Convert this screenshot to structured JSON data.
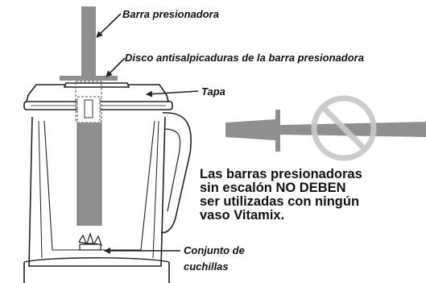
{
  "labels": {
    "tamper": "Barra presionadora",
    "splash_disc": "Disco antisalpicaduras de la barra presionadora",
    "lid": "Tapa",
    "blade_line1": "Conjunto de",
    "blade_line2": "cuchillas"
  },
  "warning": {
    "line1": "Las barras presionadoras",
    "line2": "sin escalón NO DEBEN",
    "line3": "ser utilizadas con ningún",
    "line4": "vaso Vitamix."
  },
  "colors": {
    "tamper_gray": "#8f8f8f",
    "outline": "#222222",
    "prohibition_gray": "#c8c8c8"
  },
  "icons": [
    "prohibition-icon"
  ]
}
